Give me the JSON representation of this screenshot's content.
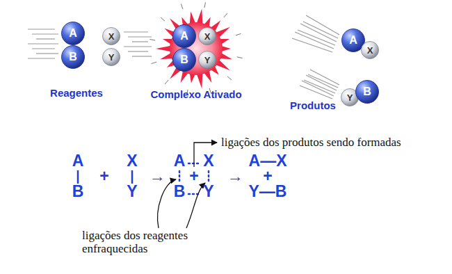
{
  "diagram": {
    "nodes": [
      {
        "text": [
          "A"
        ]
      },
      {
        "text": [
          "B"
        ]
      },
      {
        "text": [
          "X"
        ]
      },
      {
        "text": [
          "Y"
        ]
      },
      {
        "text": [
          "A"
        ]
      },
      {
        "text": [
          "X"
        ]
      },
      {
        "text": [
          "B"
        ]
      },
      {
        "text": [
          "Y"
        ]
      },
      {
        "text": [
          "A"
        ]
      },
      {
        "text": [
          "X"
        ]
      },
      {
        "text": [
          "Y"
        ]
      },
      {
        "text": [
          "B"
        ]
      }
    ],
    "labels": [
      "Reagentes",
      "Complexo Ativado",
      "Produtos",
      "A",
      "B",
      "+",
      "X",
      "Y",
      "→",
      "A",
      "X",
      "+",
      "B",
      "Y",
      "→",
      "A—X",
      "+",
      "Y—B",
      "ligações dos produtos sendo formadas",
      "ligações dos reagentes enfraquecidas"
    ]
  }
}
